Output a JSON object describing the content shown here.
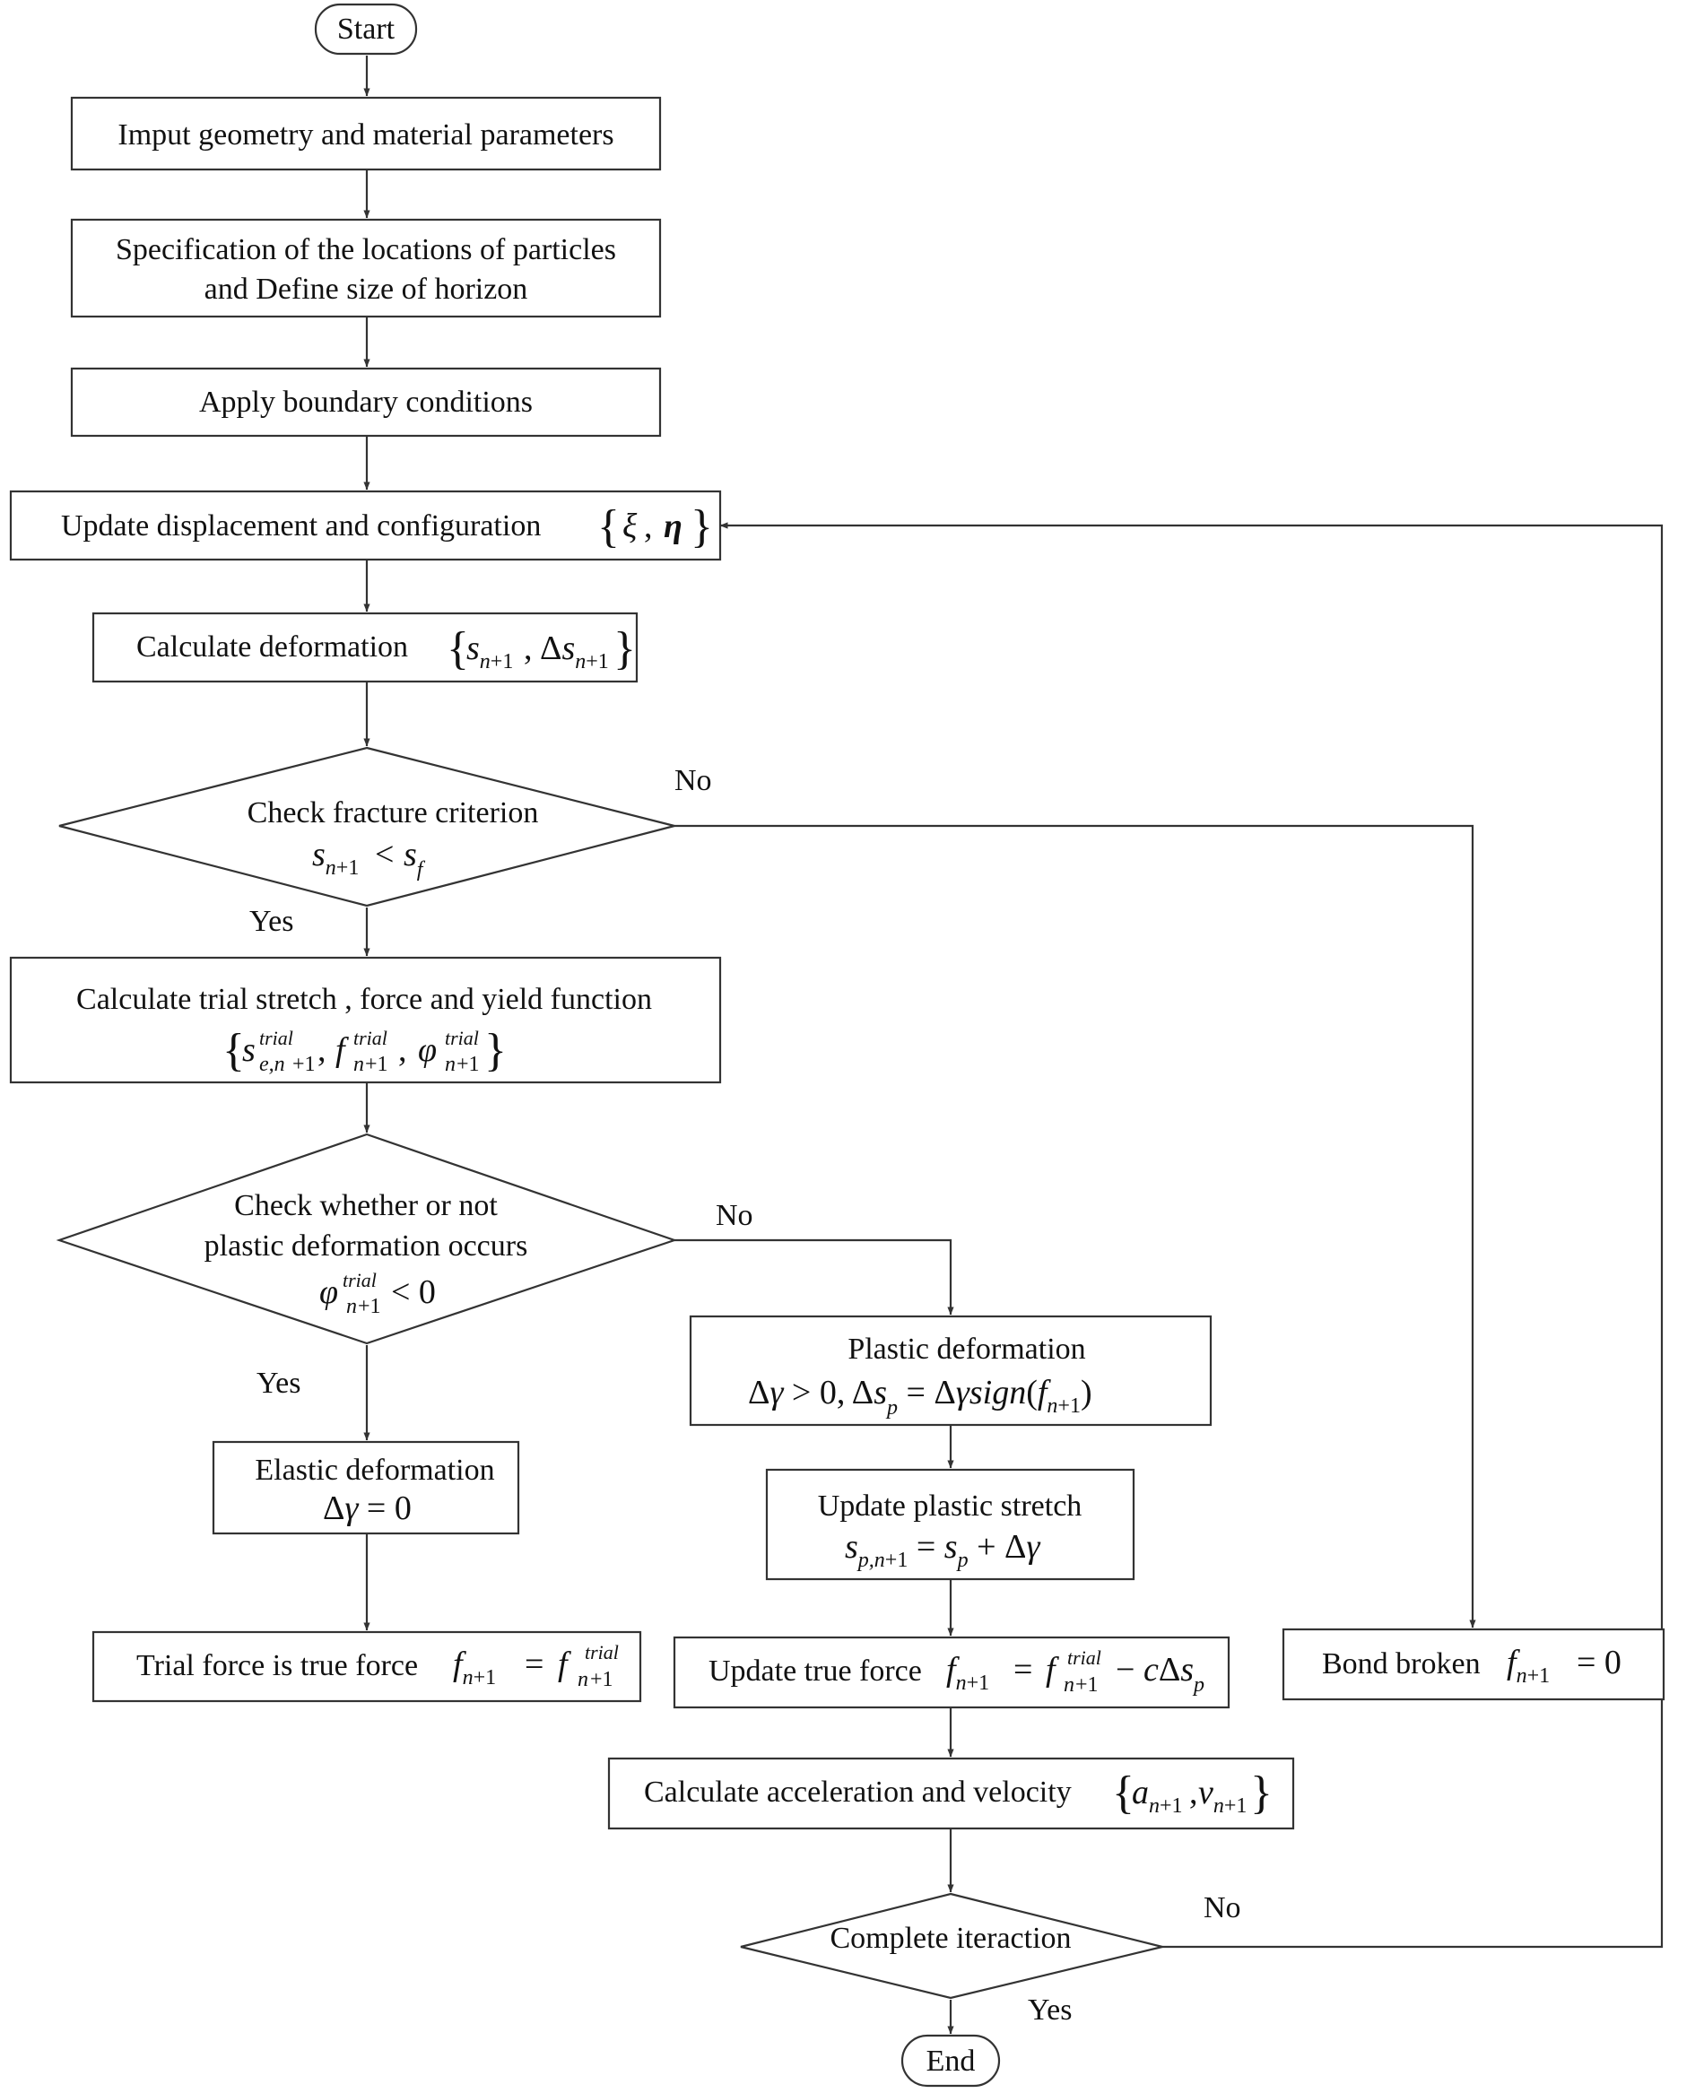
{
  "nodes": {
    "start": "Start",
    "input": "Imput geometry and material parameters",
    "spec_line1": "Specification of the locations of particles",
    "spec_line2": "and Define size of horizon",
    "boundary": "Apply boundary conditions",
    "update_disp": "Update displacement and configuration",
    "calc_deform": "Calculate deformation",
    "fracture_check": "Check fracture criterion",
    "trial_calc": "Calculate trial stretch , force and yield function",
    "plastic_check_line1": "Check whether or not",
    "plastic_check_line2": "plastic deformation occurs",
    "plastic_deform": "Plastic deformation",
    "elastic_deform": "Elastic deformation",
    "update_plastic": "Update plastic stretch",
    "trial_true": "Trial force is true force",
    "update_true": "Update true force",
    "bond_broken": "Bond broken",
    "calc_accel": "Calculate acceleration and velocity",
    "complete_iter": "Complete iteraction",
    "end": "End"
  },
  "labels": {
    "yes": "Yes",
    "no": "No"
  }
}
